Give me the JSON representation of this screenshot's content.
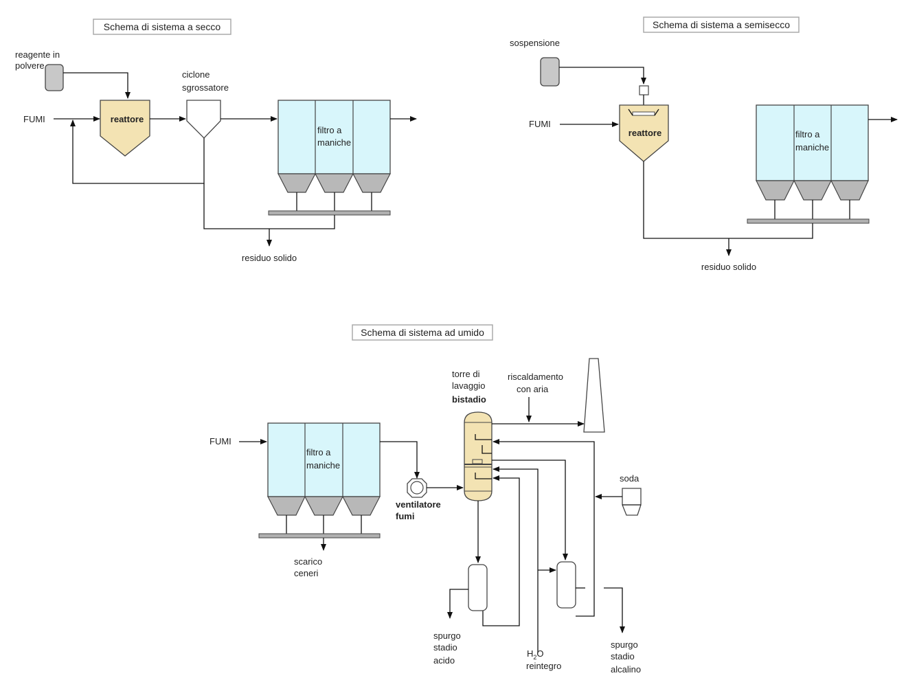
{
  "dry": {
    "title": "Schema di sistema a secco",
    "reagent_line1": "reagente in",
    "reagent_line2": "polvere",
    "fumi": "FUMI",
    "reactor": "reattore",
    "cyclone_line1": "ciclone",
    "cyclone_line2": "sgrossatore",
    "filter_line1": "filtro a",
    "filter_line2": "maniche",
    "residue": "residuo solido"
  },
  "semidry": {
    "title": "Schema di sistema a semisecco",
    "suspension": "sospensione",
    "fumi": "FUMI",
    "reactor": "reattore",
    "filter_line1": "filtro a",
    "filter_line2": "maniche",
    "residue": "residuo solido"
  },
  "wet": {
    "title": "Schema di sistema ad umido",
    "fumi": "FUMI",
    "filter_line1": "filtro a",
    "filter_line2": "maniche",
    "ash_line1": "scarico",
    "ash_line2": "ceneri",
    "fan_line1": "ventilatore",
    "fan_line2": "fumi",
    "tower_line1": "torre di",
    "tower_line2": "lavaggio",
    "tower_line3": "bistadio",
    "heating_line1": "riscaldamento",
    "heating_line2": "con aria",
    "soda": "soda",
    "purge_acid_line1": "spurgo",
    "purge_acid_line2": "stadio",
    "purge_acid_line3": "acido",
    "water_h": "H",
    "water_sub": "2",
    "water_o": "O",
    "water_line2": "reintegro",
    "purge_alk_line1": "spurgo",
    "purge_alk_line2": "stadio",
    "purge_alk_line3": "alcalino"
  },
  "colors": {
    "reactor_fill": "#f3e3b3",
    "filter_fill": "#d8f6fb",
    "hopper_fill": "#b8b8b8",
    "silo_fill": "#c8c8c8"
  }
}
